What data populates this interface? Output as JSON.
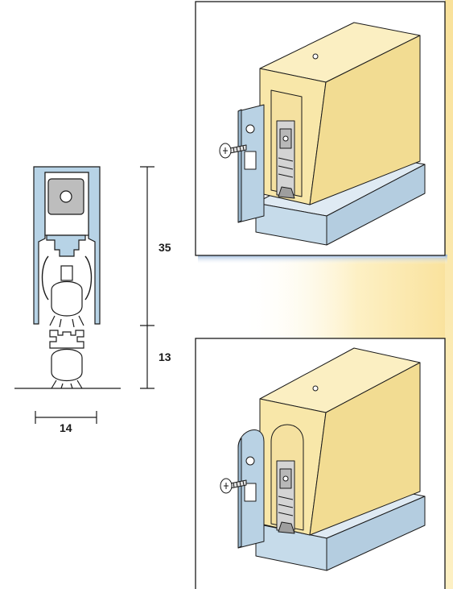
{
  "dimensions": {
    "height_upper": "35",
    "height_lower": "13",
    "width": "14"
  },
  "colors": {
    "profile_blue": "#b7d3e6",
    "profile_outline": "#1a1a1a",
    "block_yellow": "#f8e7a9",
    "block_yellow_side": "#f2dc92",
    "base_blue": "#c6dbea",
    "plate_blue": "#b9d2e4",
    "glow_yellow": "#fbe7a6",
    "mechanism_grey": "#bcbcbc"
  },
  "panels": [
    {
      "id": "square-plate",
      "plate_shape": "rectangular"
    },
    {
      "id": "rounded-plate",
      "plate_shape": "rounded-top"
    }
  ]
}
